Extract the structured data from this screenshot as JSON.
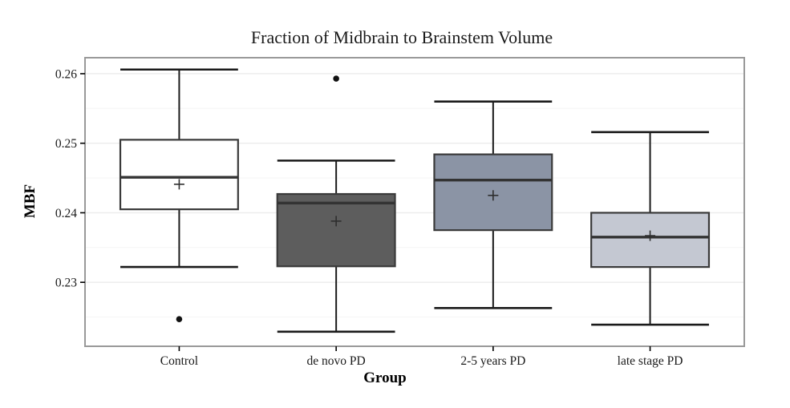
{
  "chart_data": {
    "type": "boxplot",
    "title": "Fraction of Midbrain to Brainstem Volume",
    "xlabel": "Group",
    "ylabel": "MBF",
    "categories": [
      "Control",
      "de novo PD",
      "2-5 years PD",
      "late stage PD"
    ],
    "ylim": [
      0.2208,
      0.2623
    ],
    "y_major_ticks": [
      0.23,
      0.24,
      0.25,
      0.26
    ],
    "y_major_tick_labels": [
      "0.23",
      "0.24",
      "0.25",
      "0.26"
    ],
    "y_minor_ticks": [
      0.225,
      0.235,
      0.245,
      0.255
    ],
    "grid": true,
    "legend": "none",
    "series": [
      {
        "name": "Control",
        "whisker_low": 0.2322,
        "q1": 0.2405,
        "median": 0.2451,
        "q3": 0.2505,
        "whisker_high": 0.2606,
        "mean": 0.2441,
        "outliers": [
          0.2247
        ],
        "fill": "#ffffff"
      },
      {
        "name": "de novo PD",
        "whisker_low": 0.2229,
        "q1": 0.2323,
        "median": 0.2414,
        "q3": 0.2427,
        "whisker_high": 0.2475,
        "mean": 0.2388,
        "outliers": [
          0.2593
        ],
        "fill": "#5d5d5d"
      },
      {
        "name": "2-5 years PD",
        "whisker_low": 0.2263,
        "q1": 0.2375,
        "median": 0.2447,
        "q3": 0.2484,
        "whisker_high": 0.256,
        "mean": 0.2425,
        "outliers": [],
        "fill": "#8b94a5"
      },
      {
        "name": "late stage PD",
        "whisker_low": 0.2239,
        "q1": 0.2322,
        "median": 0.2365,
        "q3": 0.24,
        "whisker_high": 0.2516,
        "mean": 0.2367,
        "outliers": [],
        "fill": "#c4c8d2"
      }
    ],
    "colors": {
      "panel_border": "#999999",
      "grid_major": "#ececec",
      "grid_minor": "#f6f6f6",
      "box_border": "#3a3a3a",
      "median_line": "#333333",
      "whisker_line": "#1a1a1a",
      "mean_marker": "#2e2e2e",
      "outlier": "#111111",
      "tick_mark": "#000000",
      "text": "#1a1a1a"
    }
  }
}
